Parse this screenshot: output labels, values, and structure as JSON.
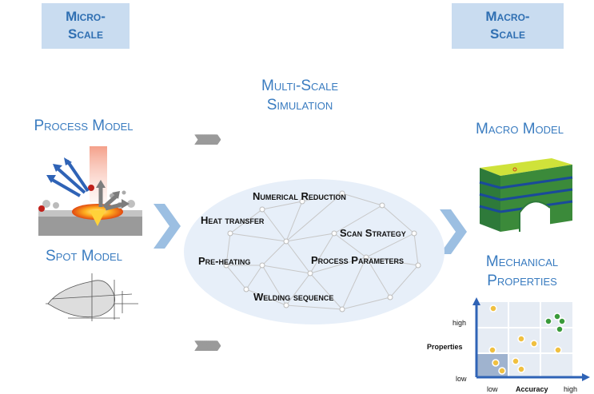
{
  "badges": {
    "micro": "Micro-\nScale",
    "macro": "Macro-\nScale"
  },
  "titles": {
    "multiscale": "Multi-Scale\nSimulation",
    "process_model": "Process Model",
    "macro_model": "Macro Model",
    "spot_model": "Spot Model",
    "mechanical": "Mechanical\nProperties"
  },
  "network_labels": {
    "numerical_reduction": "Numerical Reduction",
    "heat_transfer": "Heat transfer",
    "scan_strategy": "Scan Strategy",
    "pre_heating": "Pre-heating",
    "process_parameters": "Process Parameters",
    "welding_sequence": "Welding sequence"
  },
  "chevrons": "››››››››››››››››",
  "chart": {
    "y_title": "Properties",
    "x_title": "Accuracy",
    "y_high": "high",
    "y_low": "low",
    "x_low": "low",
    "x_high": "high"
  },
  "colors": {
    "accent": "#3a7cc0",
    "badge_bg": "#c9dcf0",
    "ellipse": "#e7eff9",
    "chevron": "#9a9a9a"
  }
}
